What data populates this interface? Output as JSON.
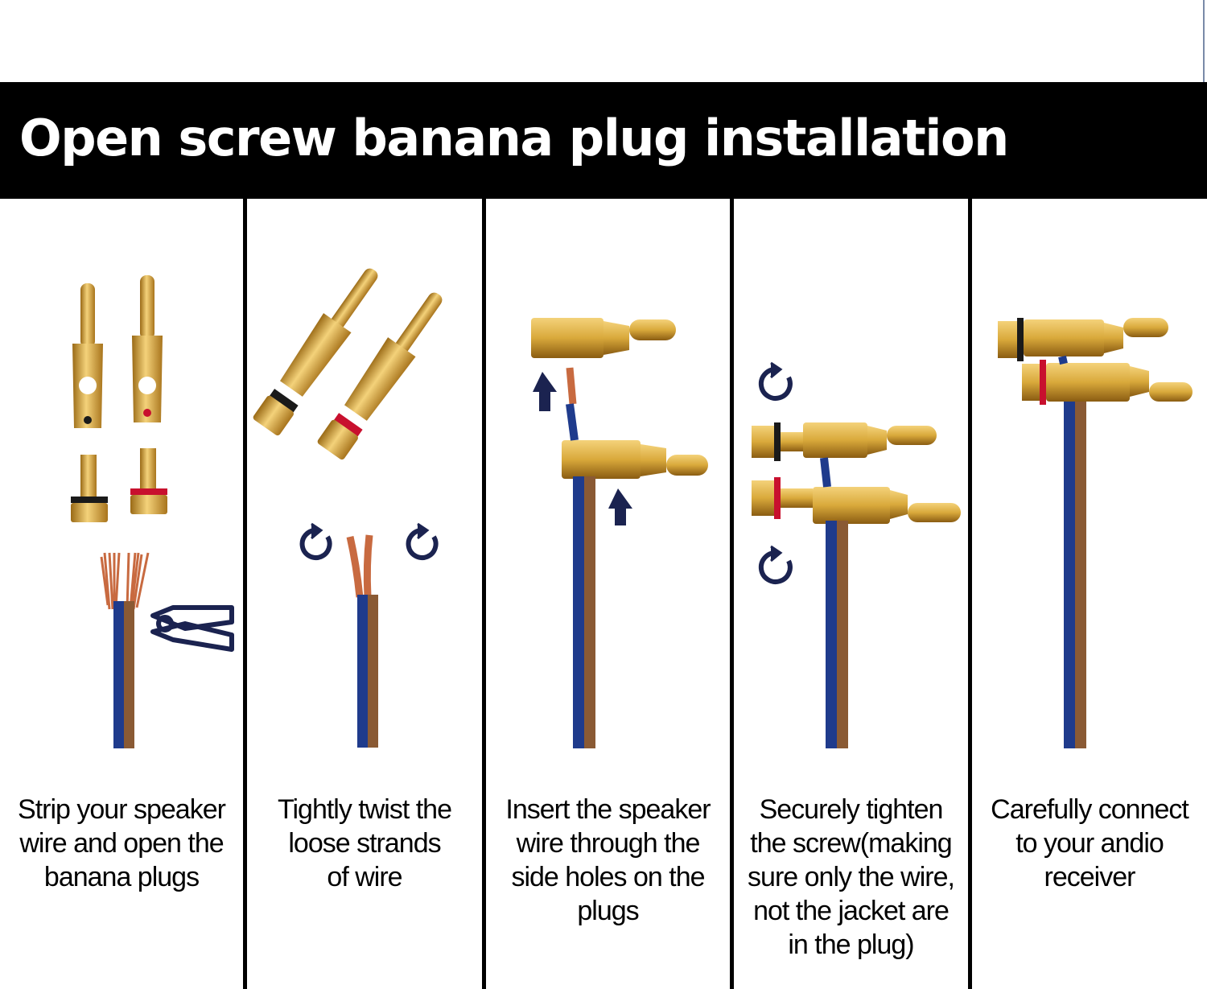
{
  "title": "Open screw banana plug installation",
  "colors": {
    "band": "#000000",
    "gold": "#d9a93b",
    "gold_light": "#f4d27a",
    "gold_dark": "#9a6a16",
    "copper": "#c86a40",
    "wire_blue": "#1f3b8c",
    "wire_brown": "#8a5a34",
    "arrow_navy": "#1b2350",
    "ring_red": "#c8102e",
    "ring_black": "#1a1a1a"
  },
  "steps": [
    {
      "caption_lines": [
        "Strip your speaker",
        "wire and open the",
        "banana plugs"
      ],
      "icon": "wire-stripper-icon"
    },
    {
      "caption_lines": [
        "Tightly twist the",
        "loose strands",
        "of wire"
      ],
      "icon": "rotate-arrow-icon"
    },
    {
      "caption_lines": [
        "Insert the speaker",
        "wire through the",
        "side holes on the",
        "plugs"
      ],
      "icon": "up-arrow-icon"
    },
    {
      "caption_lines": [
        "Securely tighten",
        "the screw(making",
        "sure only the wire,",
        "not the jacket are",
        "in the plug)"
      ],
      "icon": "rotate-arrow-icon"
    },
    {
      "caption_lines": [
        "Carefully connect",
        "to your andio",
        "receiver"
      ],
      "icon": "none"
    }
  ]
}
